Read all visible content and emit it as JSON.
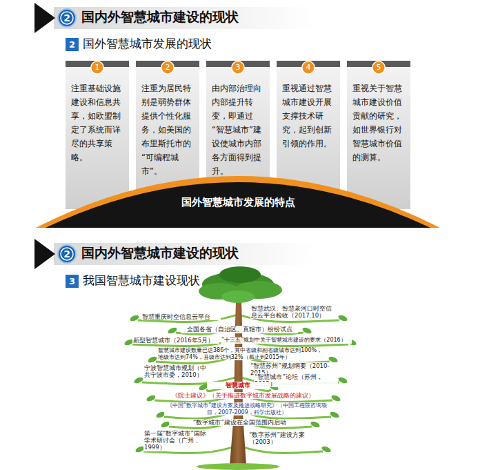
{
  "diagram": {
    "title": "国内外智慧城市建设的现状",
    "nodes": [
      {
        "text": [
          "2"
        ]
      },
      {
        "text": [
          "2"
        ]
      },
      {
        "text": [
          "注重基础设施建设和信息共享，如欧盟制定了系统而详尽的共享策略。"
        ]
      },
      {
        "text": [
          "1"
        ],
        "in": 2
      },
      {
        "text": [
          "注重为居民特别是弱势群体提供个性化服务，如美国的布里斯托市的“可编程城市”。"
        ]
      },
      {
        "text": [
          "2"
        ],
        "in": 4
      },
      {
        "text": [
          "由内部治理向内部提升转变，即通过“智慧城市”建设使城市内部各方面得到提升。"
        ]
      },
      {
        "text": [
          "3"
        ],
        "in": 6
      },
      {
        "text": [
          "重视通过智慧城市建设开展支撑技术研究，起到创新引领的作用。"
        ]
      },
      {
        "text": [
          "4"
        ],
        "in": 8
      },
      {
        "text": [
          "重视关于智慧城市建设价值贡献的研究，如世界银行对智慧城市价值的测算。"
        ]
      },
      {
        "text": [
          "5"
        ],
        "in": 10
      },
      {
        "text": [
          "国外智慧城市发展的特点"
        ]
      },
      {
        "text": [
          "2"
        ]
      },
      {
        "text": [
          "3"
        ]
      }
    ],
    "labels": [
      "国外智慧城市发展的现状",
      "国内外智慧城市建设的现状",
      "我国智慧城市建设现状",
      "智慧重庆时空信息云平台",
      "智慧武汉、智慧老河口时空信息云平台检收（2017.10）",
      "全国各省（自治区、直辖市）纷纷试点",
      "新型智慧城市（2016年5月）",
      "“十三五”规划中关于智慧城市建设的要求（2016）",
      "智慧城市建设数量已达386个，其中省级和副省级城市达到100%，地级市达到74%，县级市达到32%（截止到2015年）",
      "宁波智慧城市规划（中共宁波市委，2010）",
      "“智慧苏州”规划纲要（2010-2015）",
      "“智慧城市”论坛（苏州，2005）",
      "智慧城市",
      "《院士建议》（关于推进数字城市发展战略的建议）",
      "《中国“数字城市”建设方案及推进战略研究》（中国工程院咨询项目，2007-2009，科学出版社）",
      "“数字城市”建设在全国范围内启动",
      "第一届“数字城市”国际学术研讨会（广州，1999）",
      "“数字苏州”建设方案（2003）"
    ]
  }
}
